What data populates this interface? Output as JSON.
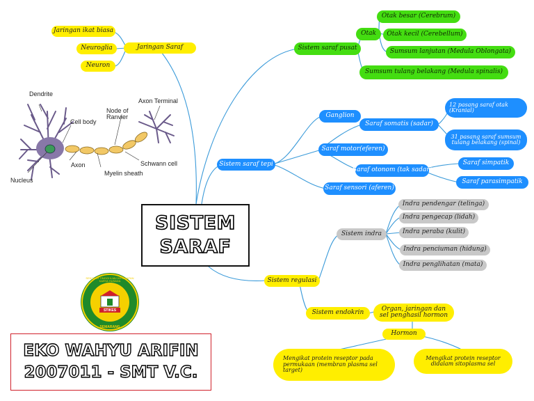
{
  "center": {
    "line1": "SISTEM",
    "line2": "SARAF"
  },
  "author": {
    "name": "EKO WAHYU ARIFIN",
    "id": "2007011 - SMT V.C."
  },
  "logo": {
    "ring_text": "SEKOLAH TINGGI ILMU KESEHATAN KARYA HUSADA",
    "city": "SEMARANG",
    "abbr": "STIKES"
  },
  "neuron_labels": {
    "dendrite": "Dendrite",
    "cell_body": "Cell body",
    "node": "Node of Ranvier",
    "axon_terminal": "Axon Terminal",
    "schwann": "Schwann cell",
    "axon": "Axon",
    "myelin": "Myelin sheath",
    "nucleus": "Nucleus"
  },
  "branches": {
    "jaringan_saraf": {
      "label": "Jaringan Saraf",
      "children": [
        "Jaringan ikat biasa",
        "Neuroglia",
        "Neuron"
      ]
    },
    "saraf_pusat": {
      "label": "Sistem saraf pusat",
      "otak": {
        "label": "Otak",
        "children": [
          "Otak besar (Cerebrum)",
          "Otak kecil (Cerebellum)",
          "Sumsum lanjutan (Medula Oblongata)"
        ]
      },
      "sumsum_tulang": "Sumsum tulang belakang (Medula spinalis)"
    },
    "saraf_tepi": {
      "label": "Sistem saraf tepi",
      "ganglion": "Ganglion",
      "somatis": {
        "label": "Saraf somatis (sadar)",
        "children": [
          "12 pasang saraf otak (Kranial)",
          "31 pasang saraf sumsum tulang belakang (spinal)"
        ]
      },
      "motor": "Saraf motor(eferen)",
      "otonom": {
        "label": "Saraf otonom (tak sadar)",
        "children": [
          "Saraf simpatik",
          "Saraf parasimpatik"
        ]
      },
      "sensori": "Saraf sensori (aferen)"
    },
    "regulasi": {
      "label": "Sistem regulasi",
      "indra": {
        "label": "Sistem indra",
        "children": [
          "Indra pendengar (telinga)",
          "Indra pengecap (lidah)",
          "Indra peraba (kulit)",
          "Indra penciuman (hidung)",
          "Indra penglihatan (mata)"
        ]
      },
      "endokrin": {
        "label": "Sistem endokrin",
        "organ": "Organ, jaringan dan sel penghasil hormon",
        "hormon": "Hormon",
        "hormon_children": [
          "Mengikat protein reseptor pada permukaan (membran plasma sel target)",
          "Mengikat protein reseptor didalam sitoplasma sel"
        ]
      }
    }
  },
  "colors": {
    "yellow": "#ffee00",
    "green": "#44dd11",
    "blue": "#1e8fff",
    "gray": "#c8c8c8",
    "line": "#3a9ad9"
  }
}
